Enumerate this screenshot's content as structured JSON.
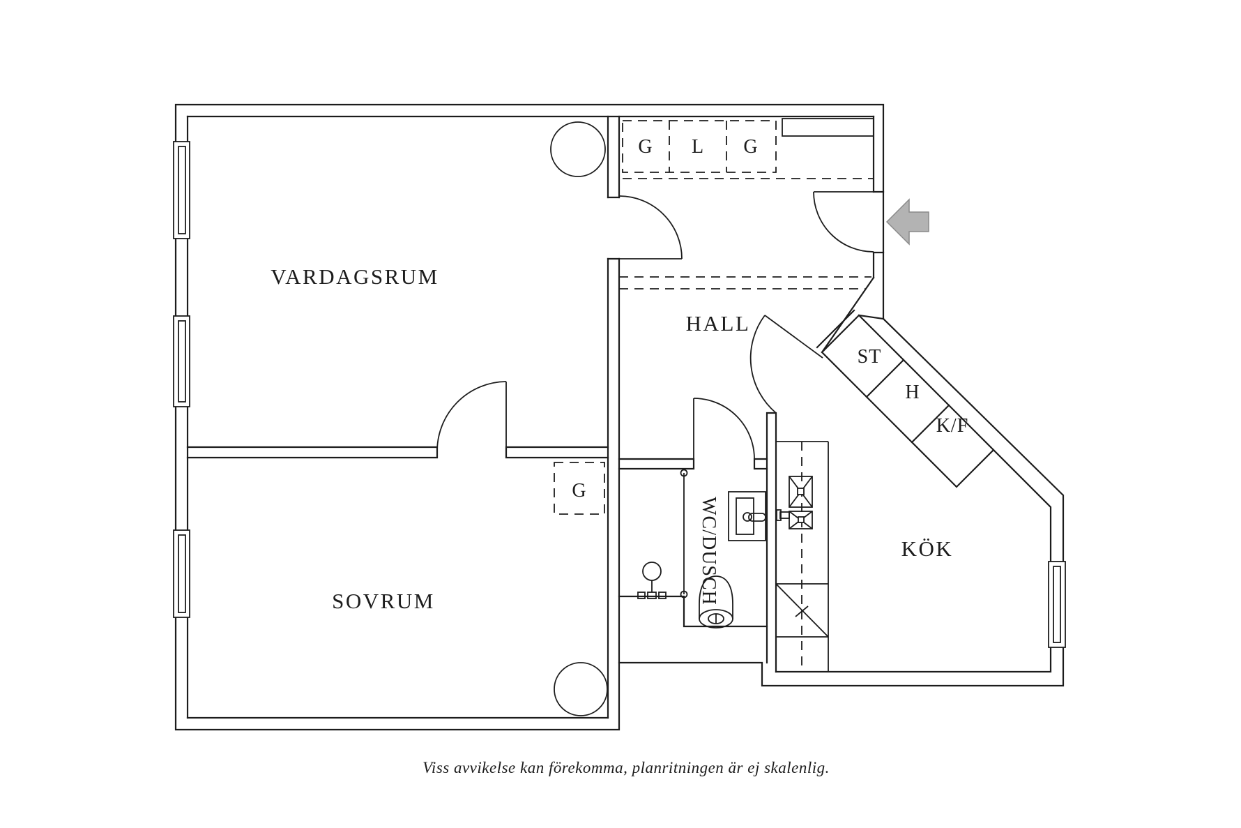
{
  "colors": {
    "line": "#1c1c1c",
    "background": "#ffffff",
    "arrow_fill": "#b3b3b3",
    "arrow_stroke": "#8a8a8a"
  },
  "rooms": {
    "living": "VARDAGSRUM",
    "bedroom": "SOVRUM",
    "hall": "HALL",
    "kitchen": "KÖK",
    "bathroom": "WC/DUSCH"
  },
  "closets": {
    "hall_g_left": "G",
    "hall_l": "L",
    "hall_g_right": "G",
    "bedroom_g": "G",
    "st": "ST",
    "h": "H",
    "kf": "K/F"
  },
  "caption": "Viss avvikelse kan förekomma, planritningen är ej skalenlig."
}
